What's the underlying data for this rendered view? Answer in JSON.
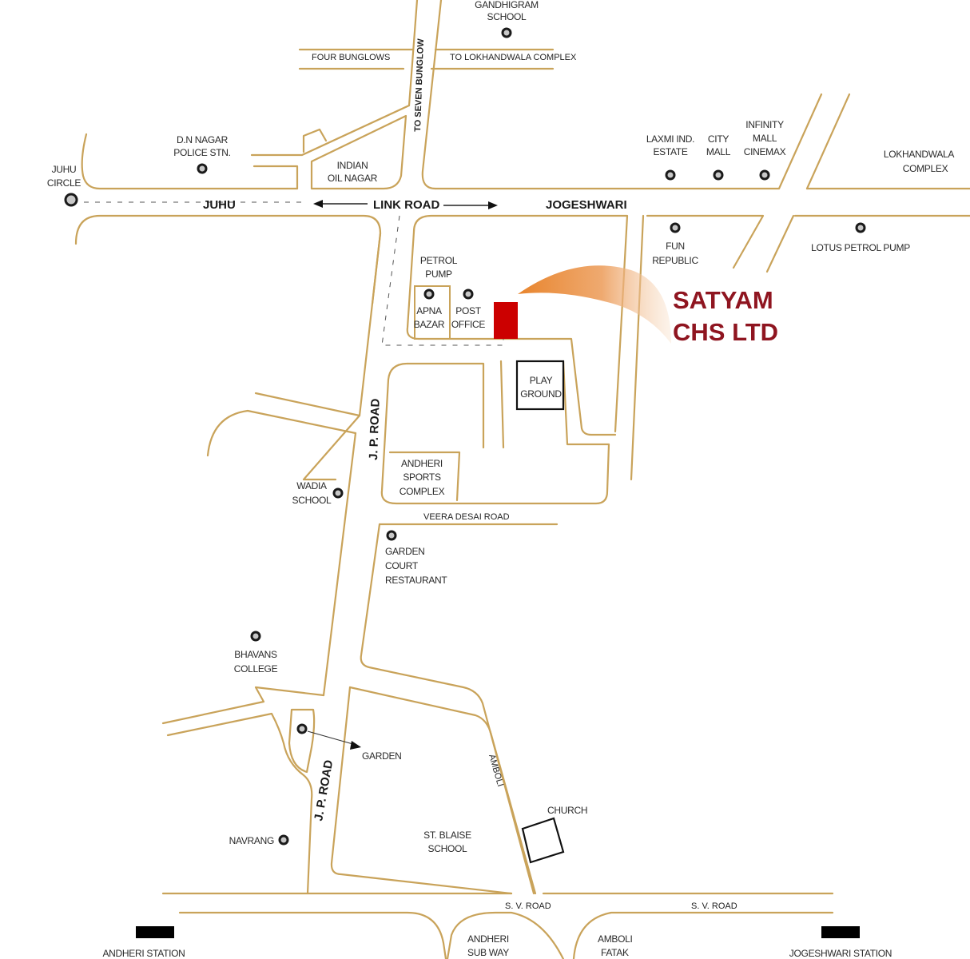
{
  "project": {
    "name_line1": "SATYAM",
    "name_line2": "CHS LTD",
    "marker_color": "#cc0000",
    "title_color": "#8f1520",
    "pointer_color": "#e8842c"
  },
  "roads": {
    "juhu": "JUHU",
    "link_road": "LINK ROAD",
    "jogeshwari": "JOGESHWARI",
    "jp_road_upper": "J. P. ROAD",
    "jp_road_lower": "J. P. ROAD",
    "to_seven_bunglow": "TO SEVEN BUNGLOW",
    "four_bunglows": "FOUR BUNGLOWS",
    "to_lokhandwala": "TO LOKHANDWALA COMPLEX",
    "veera_desai": "VEERA DESAI ROAD",
    "amboli": "AMBOLI",
    "sv_road_1": "S. V. ROAD",
    "sv_road_2": "S. V. ROAD"
  },
  "landmarks": {
    "gandhigram_school": [
      "GANDHIGRAM",
      "SCHOOL"
    ],
    "dn_nagar": [
      "D.N NAGAR",
      "POLICE STN."
    ],
    "juhu_circle": [
      "JUHU",
      "CIRCLE"
    ],
    "indian_oil_nagar": [
      "INDIAN",
      "OIL NAGAR"
    ],
    "laxmi_ind": [
      "LAXMI IND.",
      "ESTATE"
    ],
    "city_mall": [
      "CITY",
      "MALL"
    ],
    "infinity_mall": [
      "INFINITY",
      "MALL",
      "CINEMAX"
    ],
    "lokhandwala_complex": [
      "LOKHANDWALA",
      "COMPLEX"
    ],
    "fun_republic": [
      "FUN",
      "REPUBLIC"
    ],
    "lotus_petrol_pump": [
      "LOTUS PETROL PUMP"
    ],
    "petrol_pump": [
      "PETROL",
      "PUMP"
    ],
    "apna_bazar": [
      "APNA",
      "BAZAR"
    ],
    "post_office": [
      "POST",
      "OFFICE"
    ],
    "play_ground": [
      "PLAY",
      "GROUND"
    ],
    "andheri_sports": [
      "ANDHERI",
      "SPORTS",
      "COMPLEX"
    ],
    "wadia_school": [
      "WADIA",
      "SCHOOL"
    ],
    "garden_court": [
      "GARDEN",
      "COURT",
      "RESTAURANT"
    ],
    "bhavans_college": [
      "BHAVANS",
      "COLLEGE"
    ],
    "garden": [
      "GARDEN"
    ],
    "navrang": [
      "NAVRANG"
    ],
    "st_blaise": [
      "ST. BLAISE",
      "SCHOOL"
    ],
    "church": [
      "CHURCH"
    ],
    "andheri_subway": [
      "ANDHERI",
      "SUB WAY"
    ],
    "amboli_fatak": [
      "AMBOLI",
      "FATAK"
    ],
    "andheri_station": [
      "ANDHERI STATION"
    ],
    "jogeshwari_station": [
      "JOGESHWARI STATION"
    ]
  }
}
